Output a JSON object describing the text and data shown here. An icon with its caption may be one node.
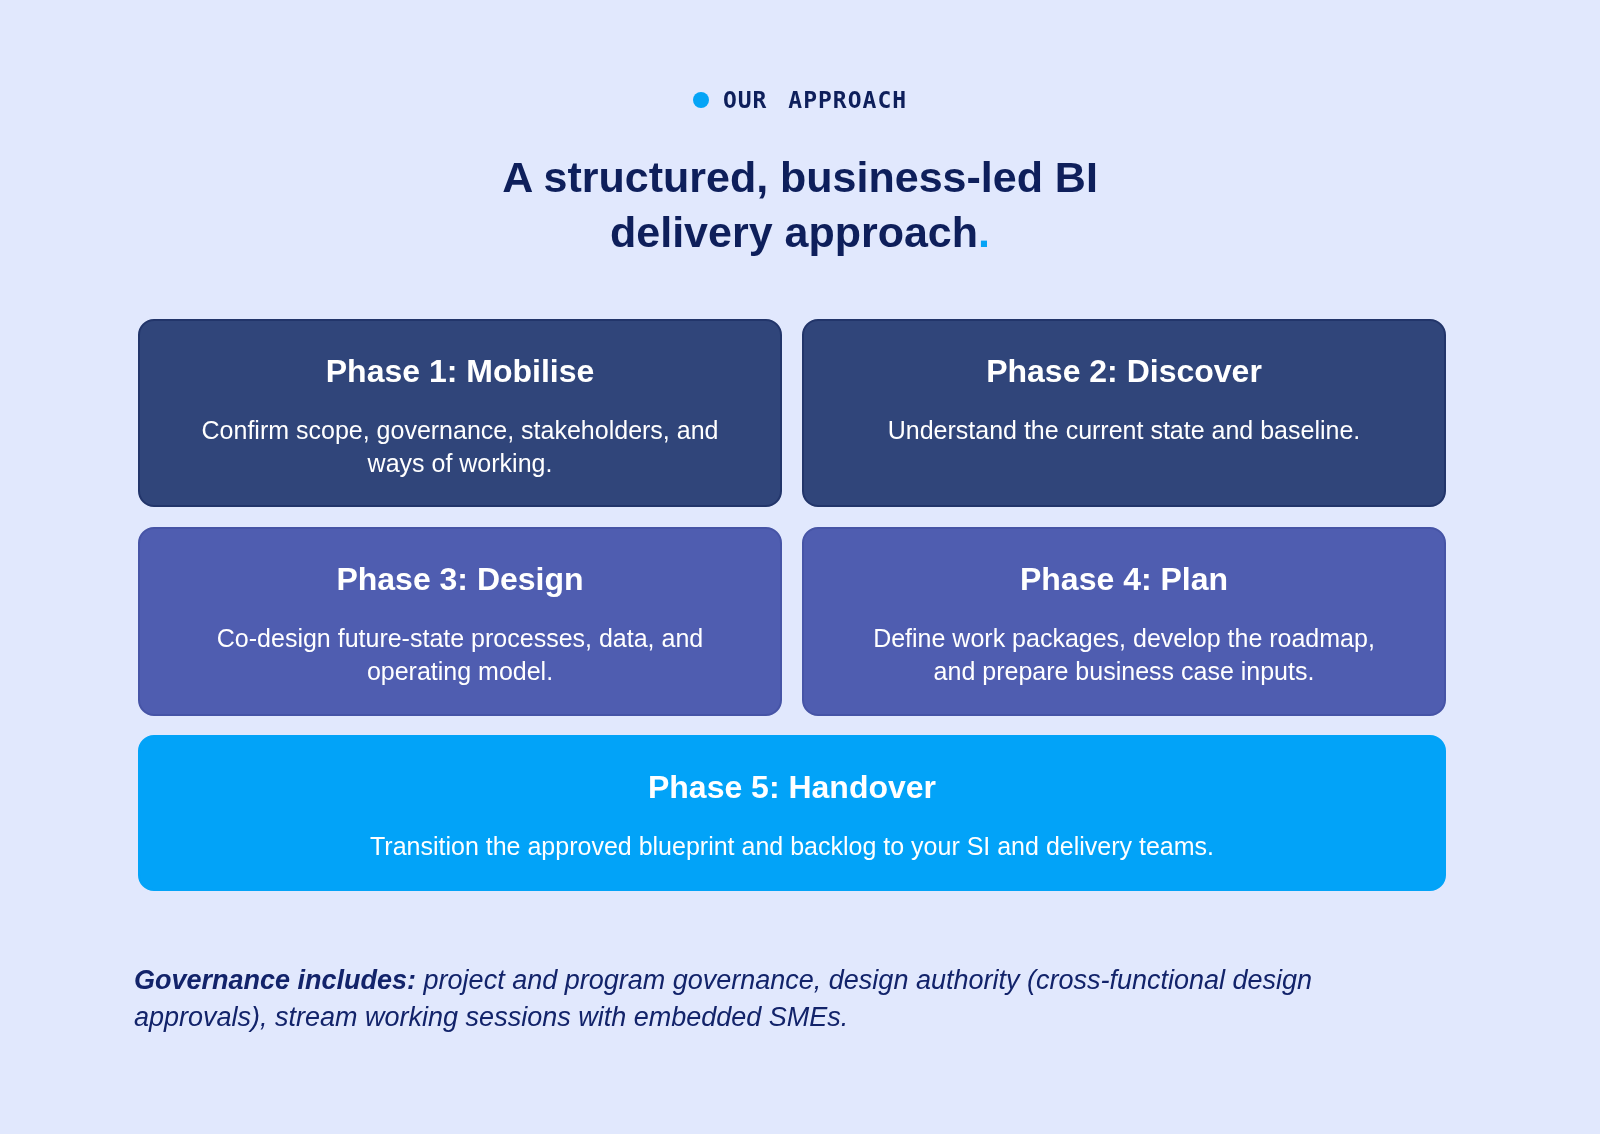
{
  "diagram": {
    "title": "A structured, business-led BI delivery approach.",
    "nodes": [
      {
        "text": [
          "Phase 1: Mobilise",
          "Confirm scope, governance, stakeholders, and ways of working."
        ]
      },
      {
        "text": [
          "Phase 2: Discover",
          "Understand the current state and baseline."
        ]
      },
      {
        "text": [
          "Phase 3: Design",
          "Co-design future-state processes, data, and operating model."
        ]
      },
      {
        "text": [
          "Phase 4: Plan",
          "Define work packages, develop the roadmap, and prepare business case inputs."
        ]
      },
      {
        "text": [
          "Phase 5: Handover",
          "Transition the approved blueprint and backlog to your SI and delivery teams."
        ]
      }
    ],
    "labels": [
      "OUR APPROACH",
      "**Governance includes:** project and program governance, design authority (cross-functional design approvals), stream working sessions with embedded SMEs."
    ]
  }
}
